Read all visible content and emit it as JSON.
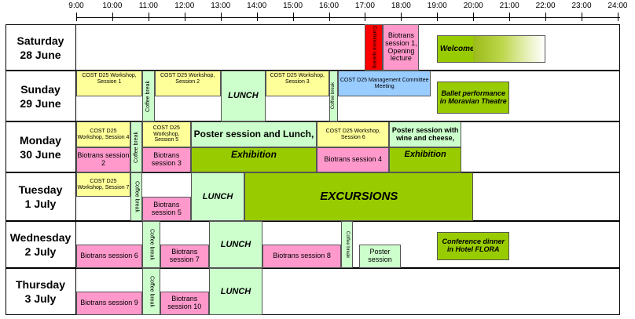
{
  "timeline": {
    "hours": [
      "9:00",
      "10:00",
      "11:00",
      "12:00",
      "13:00",
      "14:00",
      "15:00",
      "16:00",
      "17:00",
      "18:00",
      "19:00",
      "20:00",
      "21:00",
      "22:00",
      "23:00",
      "24:00"
    ]
  },
  "colors": {
    "cost": "#ffff99",
    "biotrans": "#ff99cc",
    "lunch": "#ccffcc",
    "coffee": "#ccffcc",
    "social": "#99cc00",
    "excursion": "#99cc00",
    "red": "#ff0000",
    "blue": "#99ccff"
  },
  "days": [
    {
      "label": "Saturday\n28 June",
      "events": [
        {
          "text": "Conference opening",
          "start": 17.0,
          "end": 17.5,
          "row": "full",
          "color": "red",
          "fs": 6,
          "vertical": true,
          "rl": true,
          "style": "plain"
        },
        {
          "text": "Biotrans session 1, Opening lecture",
          "start": 17.5,
          "end": 18.5,
          "row": "full",
          "color": "biotrans",
          "fs": 9,
          "style": "plain"
        },
        {
          "text": "Welcome mixer",
          "start": 19.0,
          "end": 20.75,
          "row": "full",
          "color": "social",
          "fs": 10,
          "style": "bi",
          "inset": true,
          "extra": "dotted"
        },
        {
          "text": "",
          "start": 20.0,
          "end": 22.0,
          "row": "full",
          "color": "social",
          "fs": 10,
          "style": "plain",
          "inset": true,
          "extra": "fade"
        }
      ]
    },
    {
      "label": "Sunday\n29 June",
      "events": [
        {
          "text": "COST D25 Workshop, Session 1",
          "start": 9.0,
          "end": 10.83,
          "row": "top",
          "color": "cost",
          "fs": 7,
          "style": "plain",
          "align": "top"
        },
        {
          "text": "Coffee break",
          "start": 10.83,
          "end": 11.17,
          "row": "full",
          "color": "coffee",
          "fs": 7,
          "vertical": true,
          "style": "plain"
        },
        {
          "text": "COST D25 Workshop, Session 2",
          "start": 11.17,
          "end": 13.0,
          "row": "top",
          "color": "cost",
          "fs": 7,
          "style": "plain",
          "align": "top"
        },
        {
          "text": "LUNCH",
          "start": 13.0,
          "end": 14.25,
          "row": "full",
          "color": "lunch",
          "fs": 11,
          "style": "bi"
        },
        {
          "text": "COST D25 Workshop, Session 3",
          "start": 14.25,
          "end": 16.0,
          "row": "top",
          "color": "cost",
          "fs": 7,
          "style": "plain",
          "align": "top"
        },
        {
          "text": "Coffee break",
          "start": 16.0,
          "end": 16.25,
          "row": "full",
          "color": "coffee",
          "fs": 6,
          "vertical": true,
          "style": "plain"
        },
        {
          "text": "COST D25 Management Committee Meeting",
          "start": 16.25,
          "end": 18.83,
          "row": "top",
          "color": "blue",
          "fs": 7,
          "style": "plain"
        },
        {
          "text": "Ballet performance in Moravian Theatre",
          "start": 19.0,
          "end": 21.0,
          "row": "full",
          "color": "social",
          "fs": 9,
          "style": "bi",
          "inset": true
        }
      ]
    },
    {
      "label": "Monday\n30 June",
      "events": [
        {
          "text": "COST D25 Workshop, Session 4",
          "start": 9.0,
          "end": 10.5,
          "row": "top",
          "color": "cost",
          "fs": 7,
          "style": "plain"
        },
        {
          "text": "Biotrans session 2",
          "start": 9.0,
          "end": 10.5,
          "row": "bottom",
          "color": "biotrans",
          "fs": 9,
          "style": "plain"
        },
        {
          "text": "Coffee break",
          "start": 10.5,
          "end": 10.83,
          "row": "full",
          "color": "coffee",
          "fs": 7,
          "vertical": true,
          "style": "plain"
        },
        {
          "text": "COST D25 Workshop, Session 5",
          "start": 10.83,
          "end": 12.17,
          "row": "top",
          "color": "cost",
          "fs": 7,
          "style": "plain"
        },
        {
          "text": "Biotrans session 3",
          "start": 10.83,
          "end": 12.17,
          "row": "bottom",
          "color": "biotrans",
          "fs": 9,
          "style": "plain"
        },
        {
          "text": "Poster session and Lunch,",
          "start": 12.17,
          "end": 15.67,
          "row": "top",
          "color": "lunch",
          "fs": 12,
          "style": "poster"
        },
        {
          "text": "Exhibition",
          "start": 12.17,
          "end": 15.67,
          "row": "bottom",
          "color": "excursion",
          "fs": 12,
          "style": "bi",
          "align": "top"
        },
        {
          "text": "COST D25 Workshop, Session 6",
          "start": 15.67,
          "end": 17.67,
          "row": "top",
          "color": "cost",
          "fs": 7,
          "style": "plain"
        },
        {
          "text": "Biotrans session 4",
          "start": 15.67,
          "end": 17.67,
          "row": "bottom",
          "color": "biotrans",
          "fs": 9,
          "style": "plain"
        },
        {
          "text": "Poster session with wine and cheese,",
          "start": 17.67,
          "end": 19.67,
          "row": "top",
          "color": "lunch",
          "fs": 9,
          "style": "poster2"
        },
        {
          "text": "Exhibition",
          "start": 17.67,
          "end": 19.67,
          "row": "bottom",
          "color": "excursion",
          "fs": 11,
          "style": "bi",
          "align": "top"
        }
      ]
    },
    {
      "label": "Tuesday\n1 July",
      "events": [
        {
          "text": "COST D25 Workshop, Session 7",
          "start": 9.0,
          "end": 10.5,
          "row": "top",
          "color": "cost",
          "fs": 7,
          "style": "plain"
        },
        {
          "text": "Coffee break",
          "start": 10.5,
          "end": 10.83,
          "row": "full",
          "color": "coffee",
          "fs": 7,
          "vertical": true,
          "rl": true,
          "style": "plain"
        },
        {
          "text": "Biotrans session 5",
          "start": 10.83,
          "end": 12.17,
          "row": "bottom",
          "color": "biotrans",
          "fs": 9,
          "style": "plain"
        },
        {
          "text": "LUNCH",
          "start": 12.17,
          "end": 13.67,
          "row": "full",
          "color": "lunch",
          "fs": 11,
          "style": "bi"
        },
        {
          "text": "EXCURSIONS",
          "start": 13.67,
          "end": 20.0,
          "row": "full",
          "color": "excursion",
          "fs": 15,
          "style": "bi"
        }
      ]
    },
    {
      "label": "Wednesday\n2 July",
      "events": [
        {
          "text": "Biotrans session 6",
          "start": 9.0,
          "end": 10.83,
          "row": "bottom",
          "color": "biotrans",
          "fs": 9,
          "style": "plain"
        },
        {
          "text": "Coffee break",
          "start": 10.83,
          "end": 11.33,
          "row": "full",
          "color": "coffee",
          "fs": 7,
          "vertical": true,
          "rl": true,
          "style": "plain"
        },
        {
          "text": "Biotrans session 7",
          "start": 11.33,
          "end": 12.67,
          "row": "bottom",
          "color": "biotrans",
          "fs": 9,
          "style": "plain"
        },
        {
          "text": "LUNCH",
          "start": 12.67,
          "end": 14.17,
          "row": "full",
          "color": "lunch",
          "fs": 11,
          "style": "bi"
        },
        {
          "text": "Biotrans session 8",
          "start": 14.17,
          "end": 16.33,
          "row": "bottom",
          "color": "biotrans",
          "fs": 9,
          "style": "plain"
        },
        {
          "text": "Coffee break",
          "start": 16.33,
          "end": 16.67,
          "row": "full",
          "color": "coffee",
          "fs": 6,
          "vertical": true,
          "rl": true,
          "style": "plain"
        },
        {
          "text": "Poster session",
          "start": 16.83,
          "end": 18.0,
          "row": "bottom",
          "color": "lunch",
          "fs": 9,
          "style": "plain"
        },
        {
          "text": "Conference dinner in Hotel FLORA",
          "start": 19.0,
          "end": 21.0,
          "row": "full",
          "color": "social",
          "fs": 9,
          "style": "bi",
          "inset": true
        }
      ]
    },
    {
      "label": "Thursday\n3 July",
      "events": [
        {
          "text": "Biotrans session 9",
          "start": 9.0,
          "end": 10.83,
          "row": "bottom",
          "color": "biotrans",
          "fs": 9,
          "style": "plain"
        },
        {
          "text": "Coffee break",
          "start": 10.83,
          "end": 11.33,
          "row": "full",
          "color": "coffee",
          "fs": 7,
          "vertical": true,
          "rl": true,
          "style": "plain"
        },
        {
          "text": "Biotrans session 10",
          "start": 11.33,
          "end": 12.67,
          "row": "bottom",
          "color": "biotrans",
          "fs": 9,
          "style": "plain"
        },
        {
          "text": "LUNCH",
          "start": 12.67,
          "end": 14.17,
          "row": "full",
          "color": "lunch",
          "fs": 11,
          "style": "bi"
        }
      ]
    }
  ]
}
